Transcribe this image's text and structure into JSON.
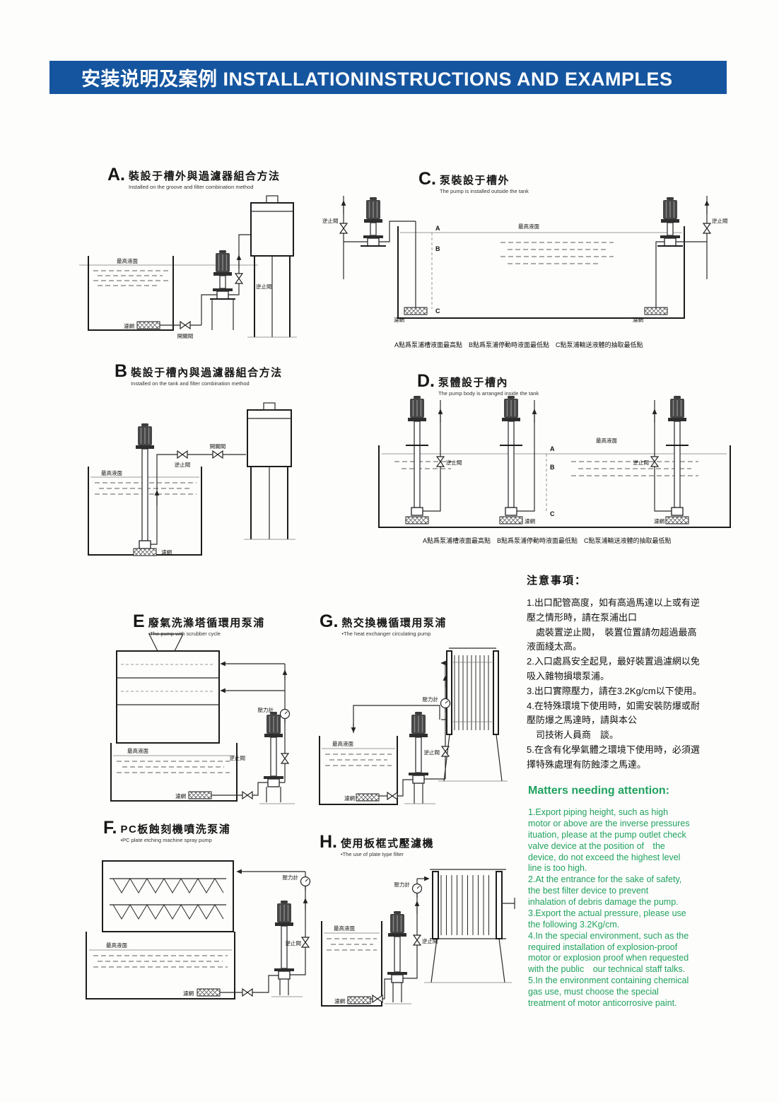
{
  "header": {
    "title": "安装说明及案例 INSTALLATIONINSTRUCTIONS AND EXAMPLES"
  },
  "sections": {
    "a": {
      "letter": "A.",
      "title": "裝設于槽外與過濾器組合方法",
      "subtitle": "Installed on the groove and filter combination method"
    },
    "b": {
      "letter": "B",
      "title": "裝設于槽內與過濾器組合方法",
      "subtitle": "Installed on the tank and filter combination method"
    },
    "c": {
      "letter": "C.",
      "title": "泵裝設于槽外",
      "subtitle": "The pump is installed outside the tank",
      "caption": "A點爲泵浦槽液面最高點　B點爲泵浦停動時液面最低點　C點泵浦輸送液體的抽取最低點"
    },
    "d": {
      "letter": "D.",
      "title": "泵體設于槽內",
      "subtitle": "The pump body is arranged inside the tank",
      "caption": "A點爲泵浦槽液面最高點　B點爲泵浦停動時液面最低點　C點泵浦輸送液體的抽取最低點"
    },
    "e": {
      "letter": "E",
      "title": "廢氣洗滌塔循環用泵浦",
      "subtitle": "•The pump with scrubber cycle"
    },
    "f": {
      "letter": "F.",
      "title": "PC板蝕刻機噴洗泵浦",
      "subtitle": "•PC plate etching machine spray pump"
    },
    "g": {
      "letter": "G.",
      "title": "熱交換機循環用泵浦",
      "subtitle": "•The heat exchanger circulating pump"
    },
    "h": {
      "letter": "H.",
      "title": "使用板框式壓濾機",
      "subtitle": "•The use of plate type filter"
    }
  },
  "labels": {
    "max_level": "最高液面",
    "mesh": "濾網",
    "check_valve": "逆止閥",
    "switch_valve": "開關閥",
    "gauge": "壓力計",
    "pa": "A",
    "pb": "B",
    "pc": "C"
  },
  "notes_cn": {
    "heading": "注意事項：",
    "body": "1.出口配管高度，如有高過馬達以上或有逆\n壓之情形時，請在泵浦出口\n　處裝置逆止閥，　裝置位置請勿超過最高\n液面綫太高。\n2.入口處爲安全起見，最好裝置過濾網以免\n吸入雜物損壞泵浦。\n3.出口實際壓力，請在3.2Kg/cm以下使用。\n4.在特殊環境下使用時，如需安裝防爆或耐\n壓防爆之馬達時，請與本公\n　司技術人員商　談。\n5.在含有化學氣體之環境下使用時，必須選\n擇特殊處理有防蝕漆之馬達。"
  },
  "notes_en": {
    "heading": "Matters needing attention:",
    "body": "1.Export piping height, such as high\nmotor or above are the inverse pressures\nituation, please at the pump outlet check\nvalve device at the position of　the\ndevice, do not exceed the highest level\nline is too high.\n2.At the entrance for the sake of safety,\nthe best filter device to prevent\ninhalation of debris damage the pump.\n3.Export the actual pressure, please use\nthe following 3.2Kg/cm.\n4.In the special environment, such as the\nrequired installation of explosion-proof\nmotor or explosion proof when requested\nwith the public　our technical staff talks.\n5.In the environment containing chemical\ngas use, must choose the special\ntreatment of motor anticorrosive paint."
  },
  "colors": {
    "header_bg": "#15559f",
    "accent_green": "#1fa25f"
  }
}
